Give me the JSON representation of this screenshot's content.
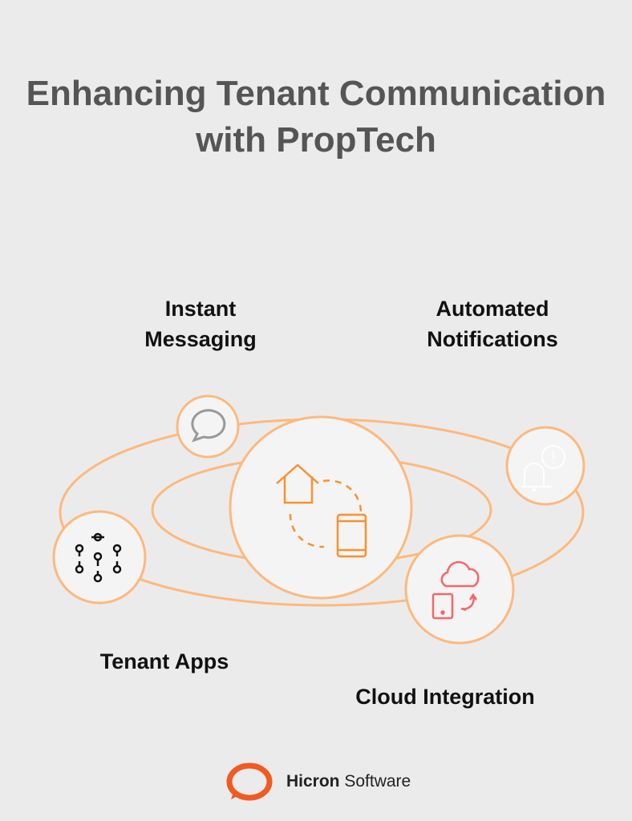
{
  "title": "Enhancing Tenant Communication with PropTech",
  "labels": {
    "instant": "Instant Messaging",
    "automated": "Automated Notifications",
    "apps": "Tenant Apps",
    "cloud": "Cloud Integration"
  },
  "icons": {
    "center": "house-phone-sync-icon",
    "chat": "speech-bubble-icon",
    "bell": "bell-alert-icon",
    "apps": "network-nodes-icon",
    "cloud": "cloud-phone-sync-icon"
  },
  "colors": {
    "orbit": "#fdb97c",
    "accent": "#f7922e",
    "cloud": "#f4676a",
    "background": "#ebebeb"
  },
  "logo": {
    "brand": "Hicron",
    "suffix": "Software"
  }
}
